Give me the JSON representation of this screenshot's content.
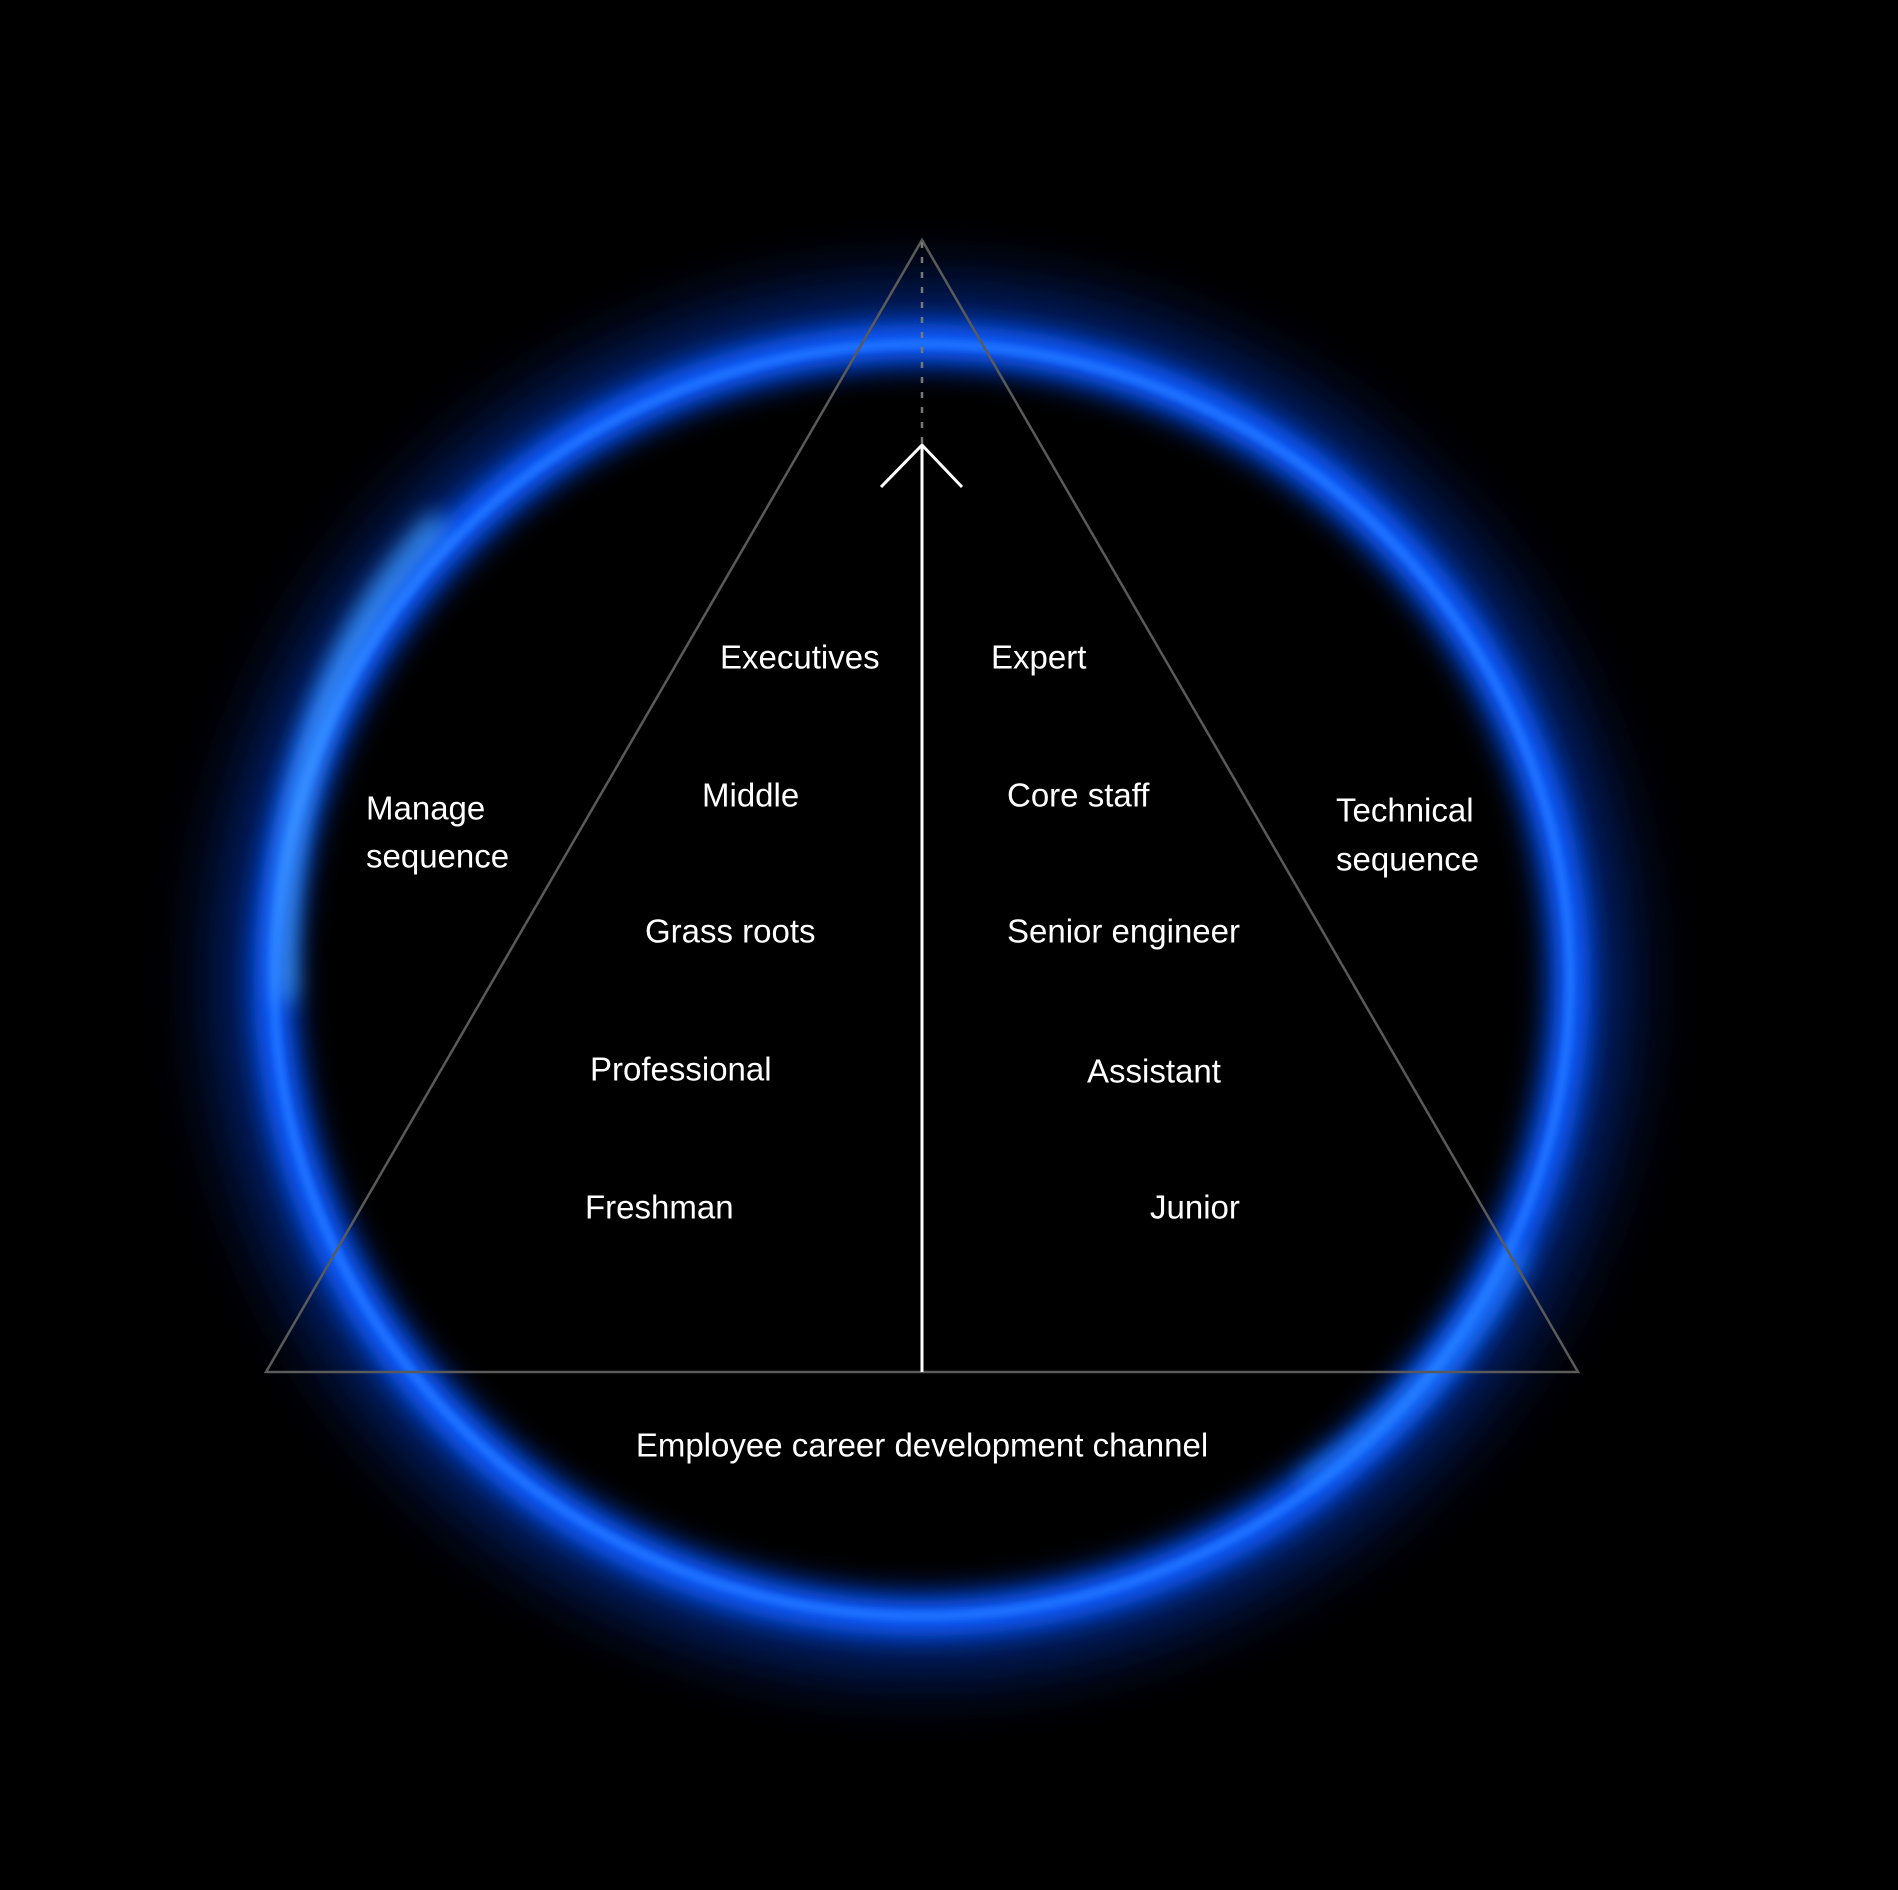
{
  "title": "Employee career development channel",
  "management": {
    "label_line1": "Manage",
    "label_line2": "sequence",
    "levels": [
      "Executives",
      "Middle",
      "Grass roots",
      "Professional",
      "Freshman"
    ]
  },
  "technical": {
    "label_line1": "Technical",
    "label_line2": "sequence",
    "levels": [
      "Expert",
      "Core staff",
      "Senior engineer",
      "Assistant",
      "Junior"
    ]
  },
  "colors": {
    "ring": "#0a5cff",
    "ring_core": "#3f9bff",
    "background": "#000000",
    "triangle": "#5a5a5a"
  }
}
